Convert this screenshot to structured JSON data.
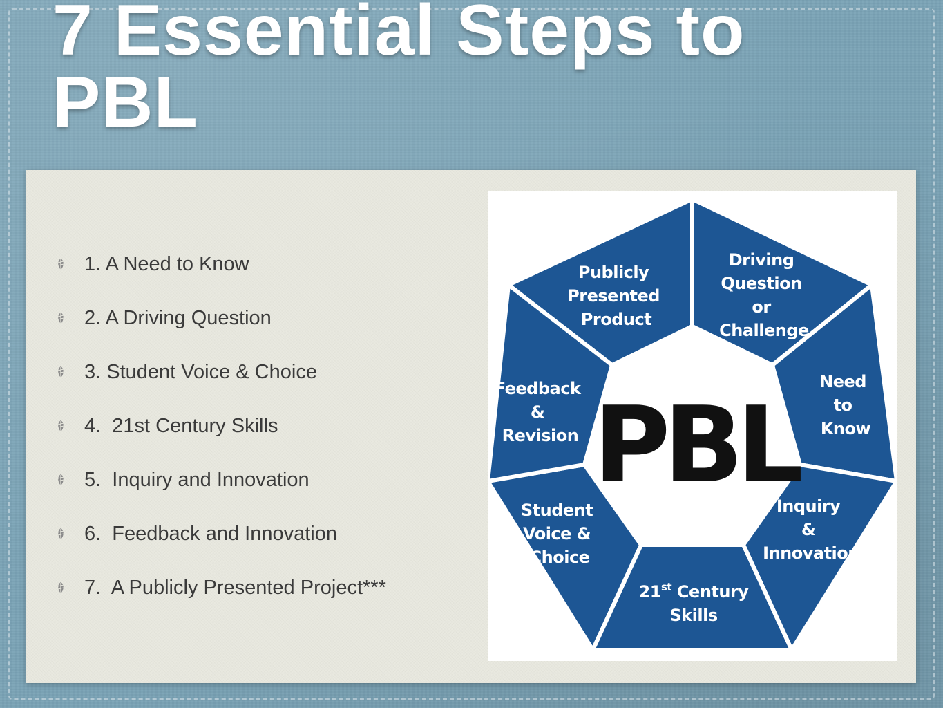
{
  "slide": {
    "title_lines": [
      "7 Essential Steps to",
      "PBL"
    ]
  },
  "bullets": [
    {
      "text": "1. A Need to Know"
    },
    {
      "text": "2. A Driving Question"
    },
    {
      "text": "3. Student Voice & Choice"
    },
    {
      "text": "4.  21st Century Skills"
    },
    {
      "text": "5.  Inquiry and Innovation"
    },
    {
      "text": "6.  Feedback and Innovation"
    },
    {
      "text": "7.  A Publicly Presented Project***"
    }
  ],
  "diagram": {
    "center_label": "PBL",
    "segments": [
      {
        "lines": [
          "Publicly",
          "Presented",
          "Product"
        ]
      },
      {
        "lines": [
          "Driving",
          "Question",
          "or",
          "Challenge"
        ]
      },
      {
        "lines": [
          "Need",
          "to",
          "Know"
        ]
      },
      {
        "lines": [
          "Inquiry",
          "&",
          "Innovation"
        ]
      },
      {
        "lines": [
          "Century",
          "Skills"
        ],
        "prefix": "21",
        "superscript": "st"
      },
      {
        "lines": [
          "Student",
          "Voice &",
          "Choice"
        ]
      },
      {
        "lines": [
          "Feedback",
          "&",
          "Revision"
        ]
      }
    ],
    "colors": {
      "segment_fill": "#1d5694",
      "segment_stroke": "#ffffff",
      "center_fill": "#ffffff",
      "center_text": "#111111"
    }
  },
  "icons": {
    "bullet": "feather-bullet-icon"
  },
  "colors": {
    "background": "#7aa3b6",
    "panel": "#e9e9df",
    "title_text": "#ffffff",
    "body_text": "#3a3a3a"
  }
}
